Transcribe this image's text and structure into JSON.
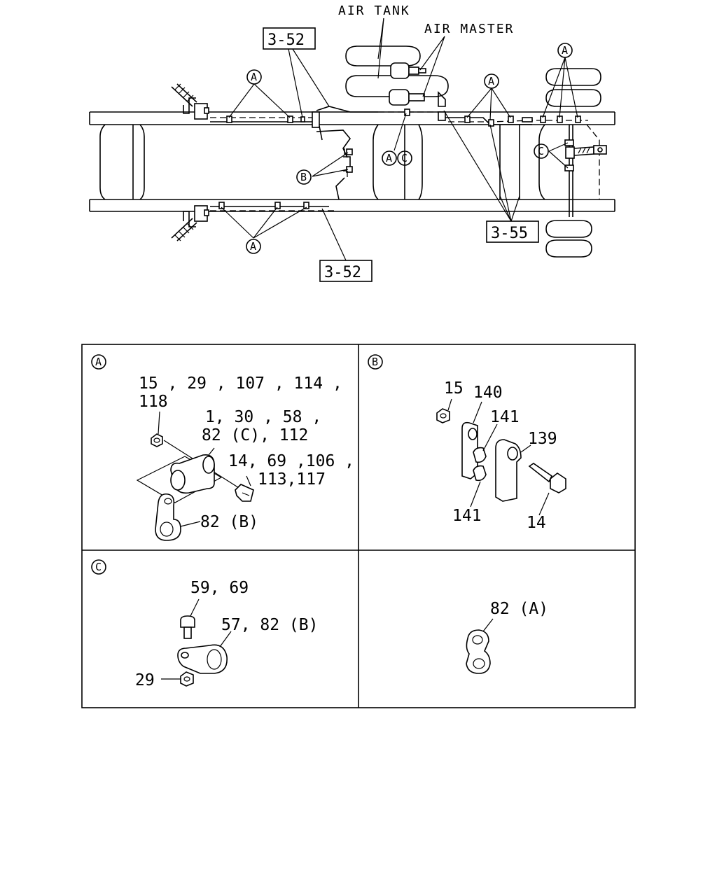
{
  "overview": {
    "air_tank_label": "AIR TANK",
    "air_master_label": "AIR MASTER",
    "ref_3_52_top": "3-52",
    "ref_3_52_bottom": "3-52",
    "ref_3_55": "3-55",
    "callouts": {
      "a1": "A",
      "a2": "A",
      "a3": "A",
      "a4": "A",
      "a5": "A",
      "b1": "B",
      "c1": "C",
      "c2": "C"
    }
  },
  "detail_a": {
    "marker": "A",
    "line1": "15 , 29 , 107 , 114 ,",
    "line2": "118",
    "line3": "1, 30 , 58 ,",
    "line4": "82 (C), 112",
    "line5": "14, 69 ,106 ,",
    "line6": "113,117",
    "line7": "82 (B)"
  },
  "detail_b": {
    "marker": "B",
    "p15": "15",
    "p140": "140",
    "p141_top": "141",
    "p139": "139",
    "p141_bottom": "141",
    "p14": "14"
  },
  "detail_c": {
    "marker": "C",
    "p59_69": "59, 69",
    "p57_82b": "57, 82 (B)",
    "p29": "29"
  },
  "detail_d": {
    "p82a": "82 (A)"
  }
}
